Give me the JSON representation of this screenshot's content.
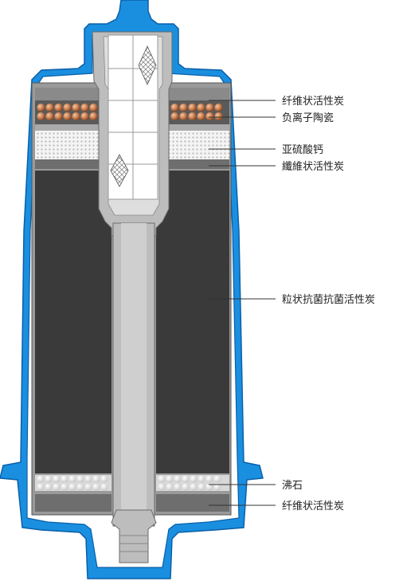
{
  "labels": {
    "carbon_fiber_top": "纤维状活性炭",
    "negative_ion_ceramic": "负离子陶瓷",
    "calcium_sulfite": "亚硫酸钙",
    "carbon_fiber_trad": "纖維状活性炭",
    "granular_carbon": "粒状抗菌抗菌活性炭",
    "zeolite": "沸石",
    "carbon_fiber_bottom": "纤维状活性炭"
  },
  "colors": {
    "housing_blue": "#1a8fe0",
    "housing_edge": "#0a5fa8",
    "carbon": "#3a3a3a",
    "carbon_layer": "#4a4a4a",
    "fiber_gray": "#8a8a8a",
    "core_gray": "#bdbdbd",
    "ceramic": "#c97c4e",
    "white_ball": "#f2f2f2"
  }
}
